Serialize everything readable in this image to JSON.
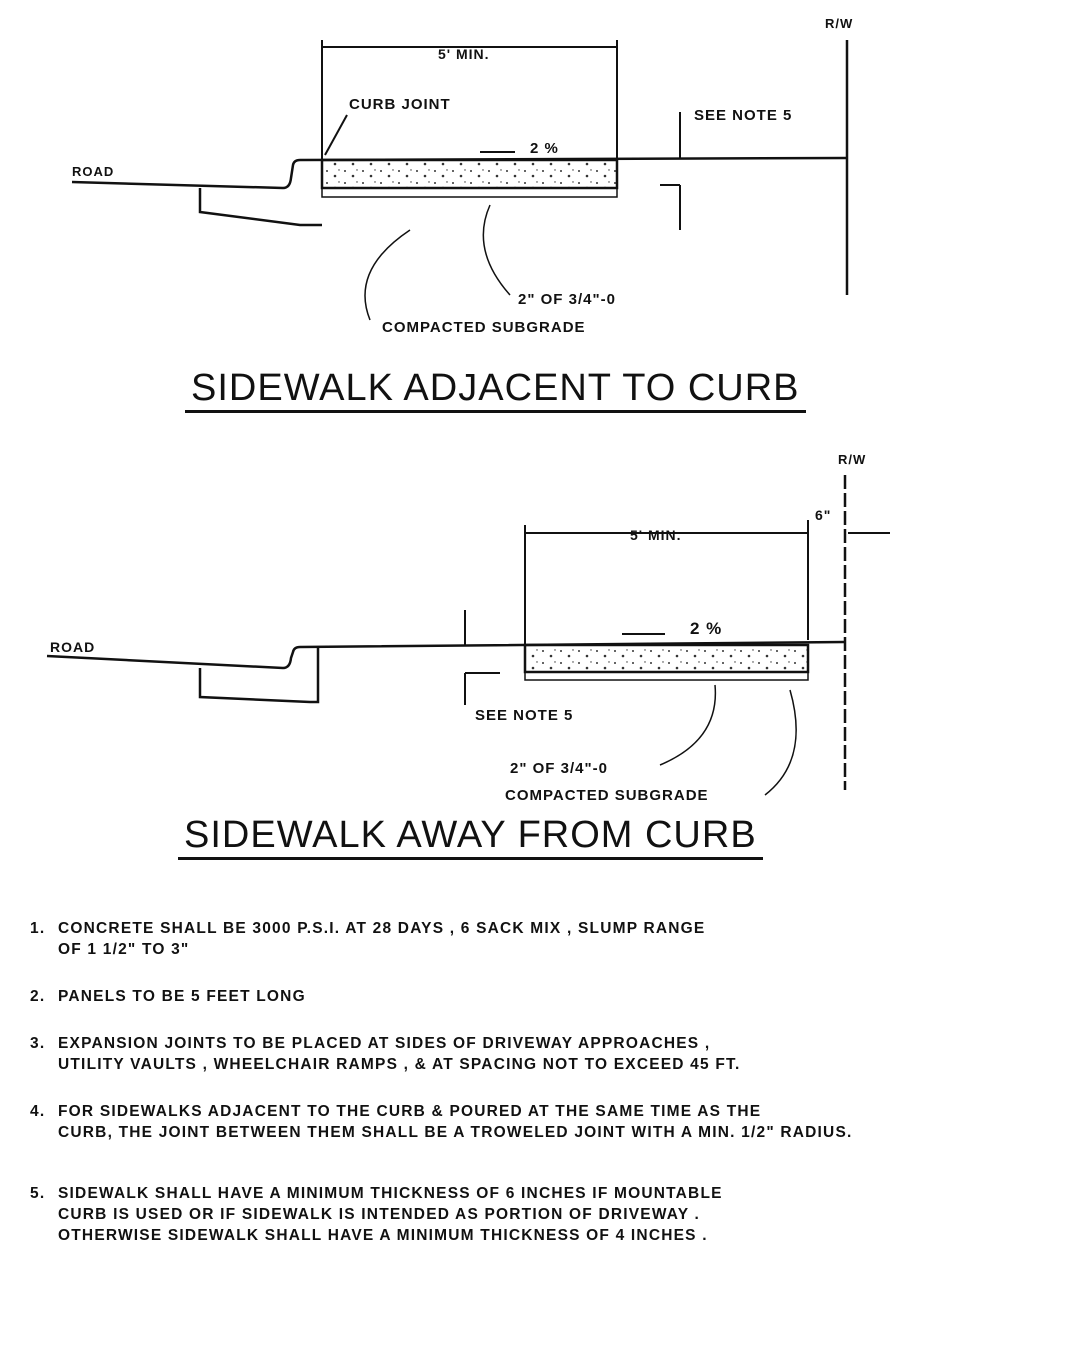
{
  "diagram1": {
    "title": "SIDEWALK ADJACENT TO CURB",
    "dimension": "5' MIN.",
    "row": "R/W",
    "road": "ROAD",
    "curb_joint": "CURB JOINT",
    "slope": "2 %",
    "see_note": "SEE NOTE 5",
    "base": "2\" OF 3/4\"-0",
    "subgrade": "COMPACTED SUBGRADE"
  },
  "diagram2": {
    "title": "SIDEWALK AWAY FROM CURB",
    "dimension": "5' MIN.",
    "offset": "6\"",
    "row": "R/W",
    "road": "ROAD",
    "slope": "2 %",
    "see_note": "SEE NOTE 5",
    "base": "2\" OF 3/4\"-0",
    "subgrade": "COMPACTED SUBGRADE"
  },
  "notes": [
    {
      "num": "1.",
      "text": "CONCRETE SHALL BE 3000 P.S.I. AT 28 DAYS , 6 SACK MIX , SLUMP RANGE\nOF 1 1/2\" TO 3\""
    },
    {
      "num": "2.",
      "text": "PANELS TO BE 5 FEET LONG"
    },
    {
      "num": "3.",
      "text": "EXPANSION JOINTS TO BE PLACED AT SIDES OF DRIVEWAY APPROACHES ,\nUTILITY VAULTS , WHEELCHAIR RAMPS , & AT SPACING NOT TO EXCEED 45 FT."
    },
    {
      "num": "4.",
      "text": "FOR SIDEWALKS ADJACENT TO THE CURB & POURED AT THE SAME TIME AS THE\nCURB, THE JOINT BETWEEN THEM SHALL BE A TROWELED JOINT WITH A MIN. 1/2\" RADIUS."
    },
    {
      "num": "5.",
      "text": "SIDEWALK SHALL HAVE A MINIMUM THICKNESS OF 6 INCHES IF MOUNTABLE\nCURB IS USED OR IF SIDEWALK IS INTENDED AS PORTION OF DRIVEWAY .\nOTHERWISE SIDEWALK SHALL HAVE A MINIMUM THICKNESS OF 4 INCHES ."
    }
  ]
}
